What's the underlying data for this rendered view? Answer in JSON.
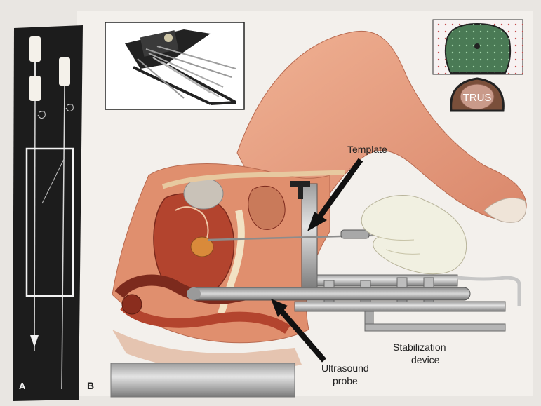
{
  "panel_a": {
    "label": "A"
  },
  "panel_b": {
    "label": "B"
  },
  "inset": {
    "probe_label": "TRUS"
  },
  "callouts": {
    "template": "Template",
    "stabilization_line1": "Stabilization",
    "stabilization_line2": "device",
    "ultrasound_line1": "Ultrasound",
    "ultrasound_line2": "probe"
  },
  "colors": {
    "page": "#e9e6e2",
    "panel_a_bg": "#1c1c1c",
    "skin": "#e9a184",
    "tissue": "#b3442e",
    "glove": "#f1f0e1",
    "metal": "#b8b8b8",
    "prostate_inset": "#4a7a55",
    "rectum_inset": "#7a4f3a"
  }
}
